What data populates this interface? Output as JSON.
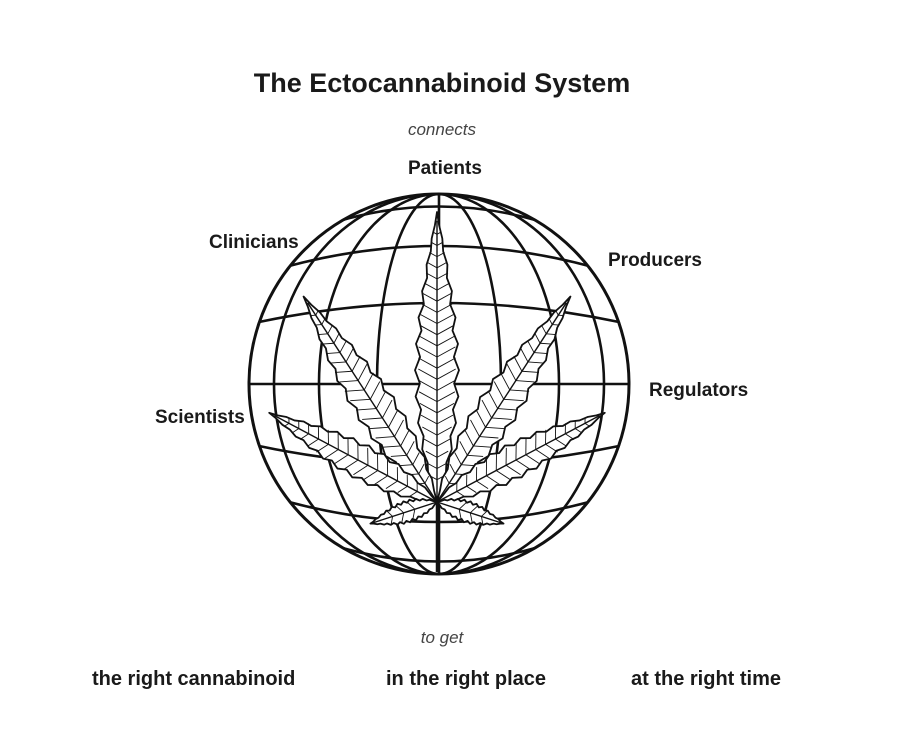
{
  "title": "The Ectocannabinoid System",
  "connects_text": "connects",
  "stakeholders": {
    "patients": "Patients",
    "clinicians": "Clinicians",
    "producers": "Producers",
    "regulators": "Regulators",
    "scientists": "Scientists"
  },
  "to_get_text": "to get",
  "goals": [
    "the right cannabinoid",
    "in the right place",
    "at the right time"
  ],
  "illustration": {
    "globe": "globe-icon",
    "leaf": "cannabis-leaf-icon"
  }
}
